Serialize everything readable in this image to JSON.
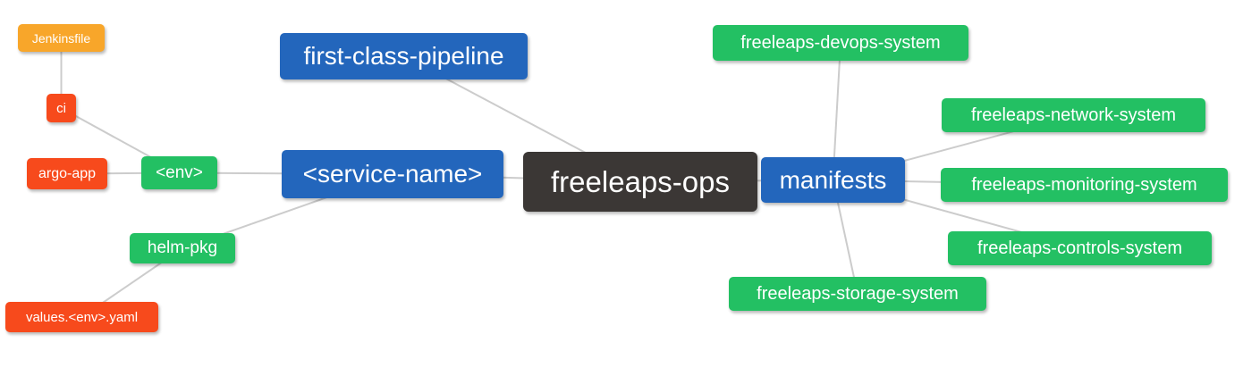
{
  "diagram": {
    "type": "mindmap",
    "root_label": "freeleaps-ops",
    "palette": {
      "root": "#3b3735",
      "branch_blue": "#2366bc",
      "leaf_green": "#23c063",
      "leaf_red": "#f74a1c",
      "leaf_orange": "#f8a62a",
      "edge": "#cccccc",
      "text": "#ffffff",
      "background": "#ffffff"
    },
    "nodes": [
      {
        "id": "jenkinsfile",
        "label": "Jenkinsfile",
        "color": "leaf_orange"
      },
      {
        "id": "ci",
        "label": "ci",
        "color": "leaf_red"
      },
      {
        "id": "argo-app",
        "label": "argo-app",
        "color": "leaf_red"
      },
      {
        "id": "env",
        "label": "<env>",
        "color": "leaf_green"
      },
      {
        "id": "fcp",
        "label": "first-class-pipeline",
        "color": "branch_blue"
      },
      {
        "id": "service-name",
        "label": "<service-name>",
        "color": "branch_blue"
      },
      {
        "id": "freeleaps-ops",
        "label": "freeleaps-ops",
        "color": "root"
      },
      {
        "id": "manifests",
        "label": "manifests",
        "color": "branch_blue"
      },
      {
        "id": "devops",
        "label": "freeleaps-devops-system",
        "color": "leaf_green"
      },
      {
        "id": "network",
        "label": "freeleaps-network-system",
        "color": "leaf_green"
      },
      {
        "id": "monitoring",
        "label": "freeleaps-monitoring-system",
        "color": "leaf_green"
      },
      {
        "id": "controls",
        "label": "freeleaps-controls-system",
        "color": "leaf_green"
      },
      {
        "id": "storage",
        "label": "freeleaps-storage-system",
        "color": "leaf_green"
      },
      {
        "id": "helm-pkg",
        "label": "helm-pkg",
        "color": "leaf_green"
      },
      {
        "id": "values-yaml",
        "label": "values.<env>.yaml",
        "color": "leaf_red"
      }
    ],
    "edges": [
      {
        "from": "freeleaps-ops",
        "to": "fcp"
      },
      {
        "from": "freeleaps-ops",
        "to": "service-name"
      },
      {
        "from": "freeleaps-ops",
        "to": "manifests"
      },
      {
        "from": "service-name",
        "to": "env"
      },
      {
        "from": "service-name",
        "to": "helm-pkg"
      },
      {
        "from": "env",
        "to": "ci"
      },
      {
        "from": "env",
        "to": "argo-app"
      },
      {
        "from": "ci",
        "to": "jenkinsfile"
      },
      {
        "from": "helm-pkg",
        "to": "values-yaml"
      },
      {
        "from": "manifests",
        "to": "devops"
      },
      {
        "from": "manifests",
        "to": "network"
      },
      {
        "from": "manifests",
        "to": "monitoring"
      },
      {
        "from": "manifests",
        "to": "controls"
      },
      {
        "from": "manifests",
        "to": "storage"
      }
    ]
  }
}
